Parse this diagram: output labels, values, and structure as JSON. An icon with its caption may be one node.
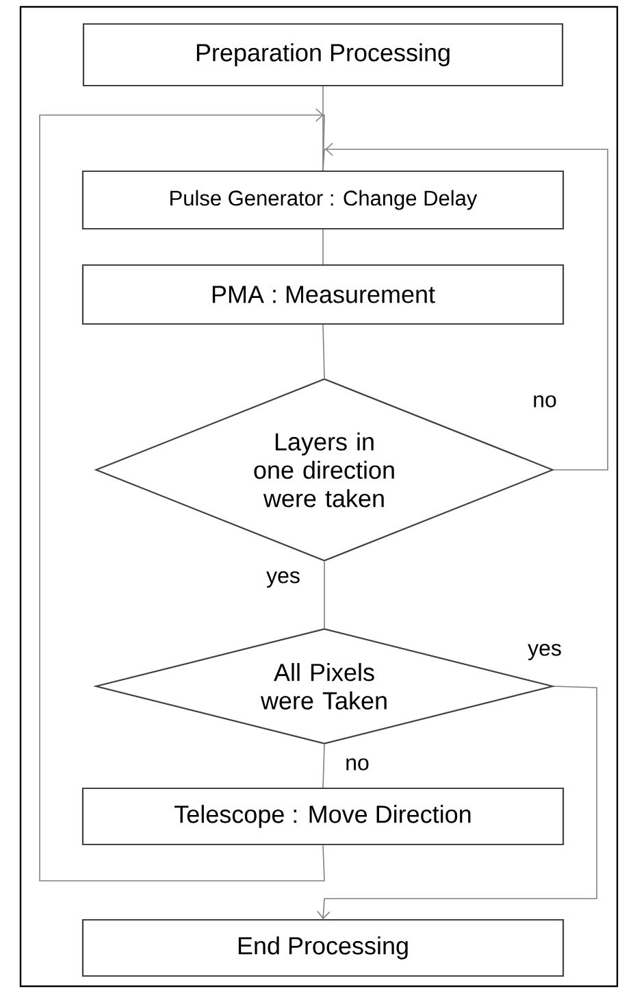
{
  "diagram": {
    "nodes": [
      {
        "text": [
          "Preparation Processing"
        ]
      },
      {
        "text": [
          "Pulse Generator : Change Delay"
        ]
      },
      {
        "text": [
          "PMA :  Measurement"
        ]
      },
      {
        "text": [
          "Layers in one direction were taken"
        ]
      },
      {
        "text": [
          "All Pixels were Taken"
        ]
      },
      {
        "text": [
          "Telescope : Move Direction"
        ]
      },
      {
        "text": [
          "End Processing"
        ]
      }
    ],
    "edges": [
      {
        "from": 0,
        "to": 1,
        "arrow": "none"
      },
      {
        "from": 1,
        "to": 2,
        "arrow": "none"
      },
      {
        "from": 2,
        "to": 3,
        "arrow": "none"
      },
      {
        "from": 3,
        "to": 1,
        "arrow": "to",
        "label": "no"
      },
      {
        "from": 3,
        "to": 4,
        "arrow": "none",
        "label": "yes"
      },
      {
        "from": 4,
        "to": 5,
        "arrow": "none",
        "label": "no"
      },
      {
        "from": 5,
        "to": 1,
        "arrow": "to"
      },
      {
        "from": 4,
        "to": 6,
        "arrow": "to",
        "label": "yes"
      }
    ]
  }
}
